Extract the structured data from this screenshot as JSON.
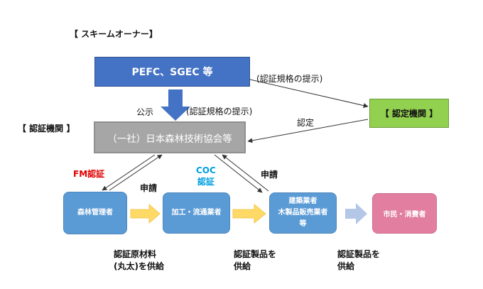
{
  "headings": {
    "scheme_owner": "【 スキームオーナー】",
    "cert_body": "【 認証機関 】"
  },
  "boxes": {
    "owner": "PEFC、SGEC 等",
    "body": "（一社）日本森林技術協会等",
    "accreditation": "【 認定機関 】",
    "forest_manager": "森林管理者",
    "processor": "加工・流通業者",
    "builder_lines": [
      "建築業者",
      "木製品販売業者",
      "等"
    ],
    "citizen": "市民・消費者"
  },
  "labels": {
    "standard_top": "(認証規格の提示)",
    "publish": "公示",
    "standard_mid": "(認証規格の提示)",
    "accredit": "認定",
    "fm_cert": "FM認証",
    "coc_line1": "COC",
    "coc_line2": "認証",
    "apply_left": "申請",
    "apply_right": "申請",
    "supply1_line1": "認証原材料",
    "supply1_line2": "(丸太)を供給",
    "supply2_line1": "認証製品を",
    "supply2_line2": "供給",
    "supply3_line1": "認証製品を",
    "supply3_line2": "供給"
  },
  "colors": {
    "owner_blue": "#4472c4",
    "body_gray": "#a6a6a6",
    "accreditation_green": "#92d050",
    "actor_blue": "#5b9bd5",
    "citizen_pink": "#e27e9f",
    "flow_arrow_yellow": "#ffd966",
    "publish_arrow_blue": "#4472c4",
    "fm_red": "#e00000",
    "coc_cyan": "#00a0e0"
  }
}
